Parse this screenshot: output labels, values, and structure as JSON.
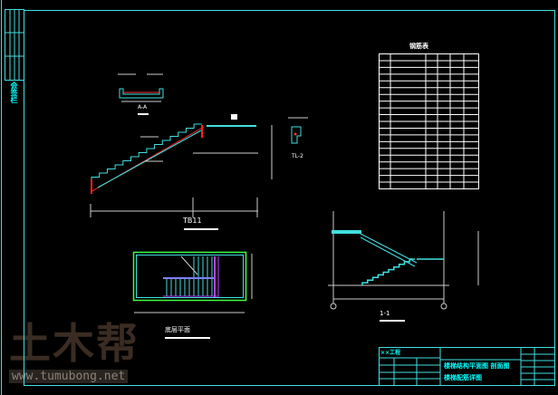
{
  "drawing": {
    "section_aa_label": "A-A",
    "stair_section_label": "TB11",
    "beam_label": "TL-2",
    "plan_label": "底层平面",
    "section_11_label": "1-1",
    "rebar_table_title": "钢筋表",
    "rebar_table_rows": 17,
    "side_label": "会签栏"
  },
  "title_block": {
    "project": "××工程",
    "sheet_title_1": "楼梯结构平面图 剖面图",
    "sheet_title_2": "楼梯配筋详图"
  },
  "watermark": {
    "logo": "土木帮",
    "url": "www.tumubong.net"
  },
  "colors": {
    "frame": "#40e0e0",
    "cyan": "#00ffff",
    "red": "#ff2020",
    "green": "#40ff40",
    "magenta": "#c040ff",
    "white": "#ffffff"
  }
}
